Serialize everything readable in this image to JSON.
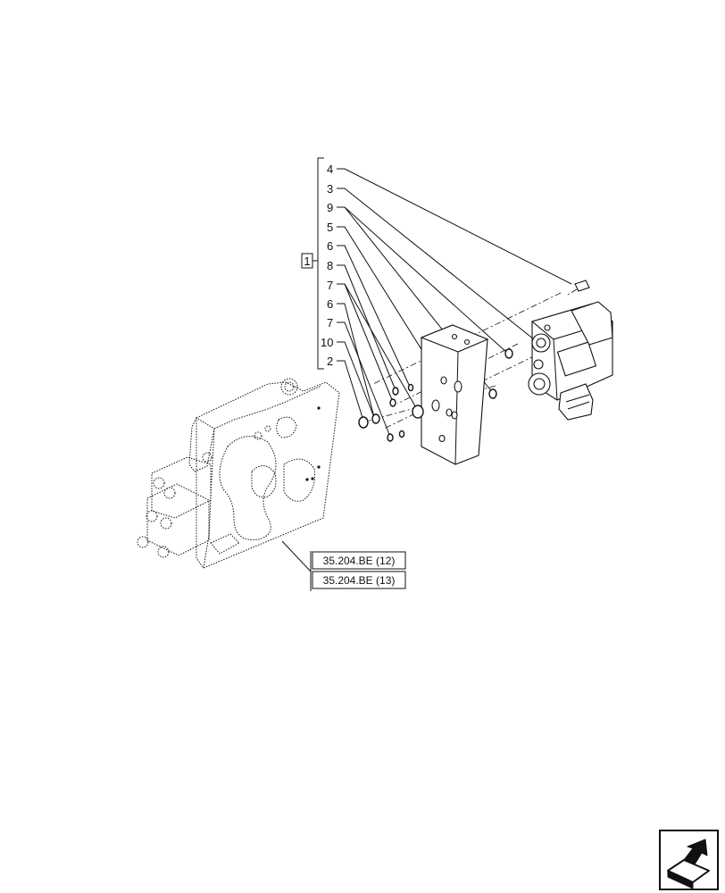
{
  "assembly_callout": "1",
  "callouts": [
    "4",
    "3",
    "9",
    "5",
    "6",
    "8",
    "7",
    "6",
    "7",
    "10",
    "2"
  ],
  "references": [
    "35.204.BE (12)",
    "35.204.BE (13)"
  ],
  "icons": {
    "next_page": "next-page-arrow-icon"
  }
}
